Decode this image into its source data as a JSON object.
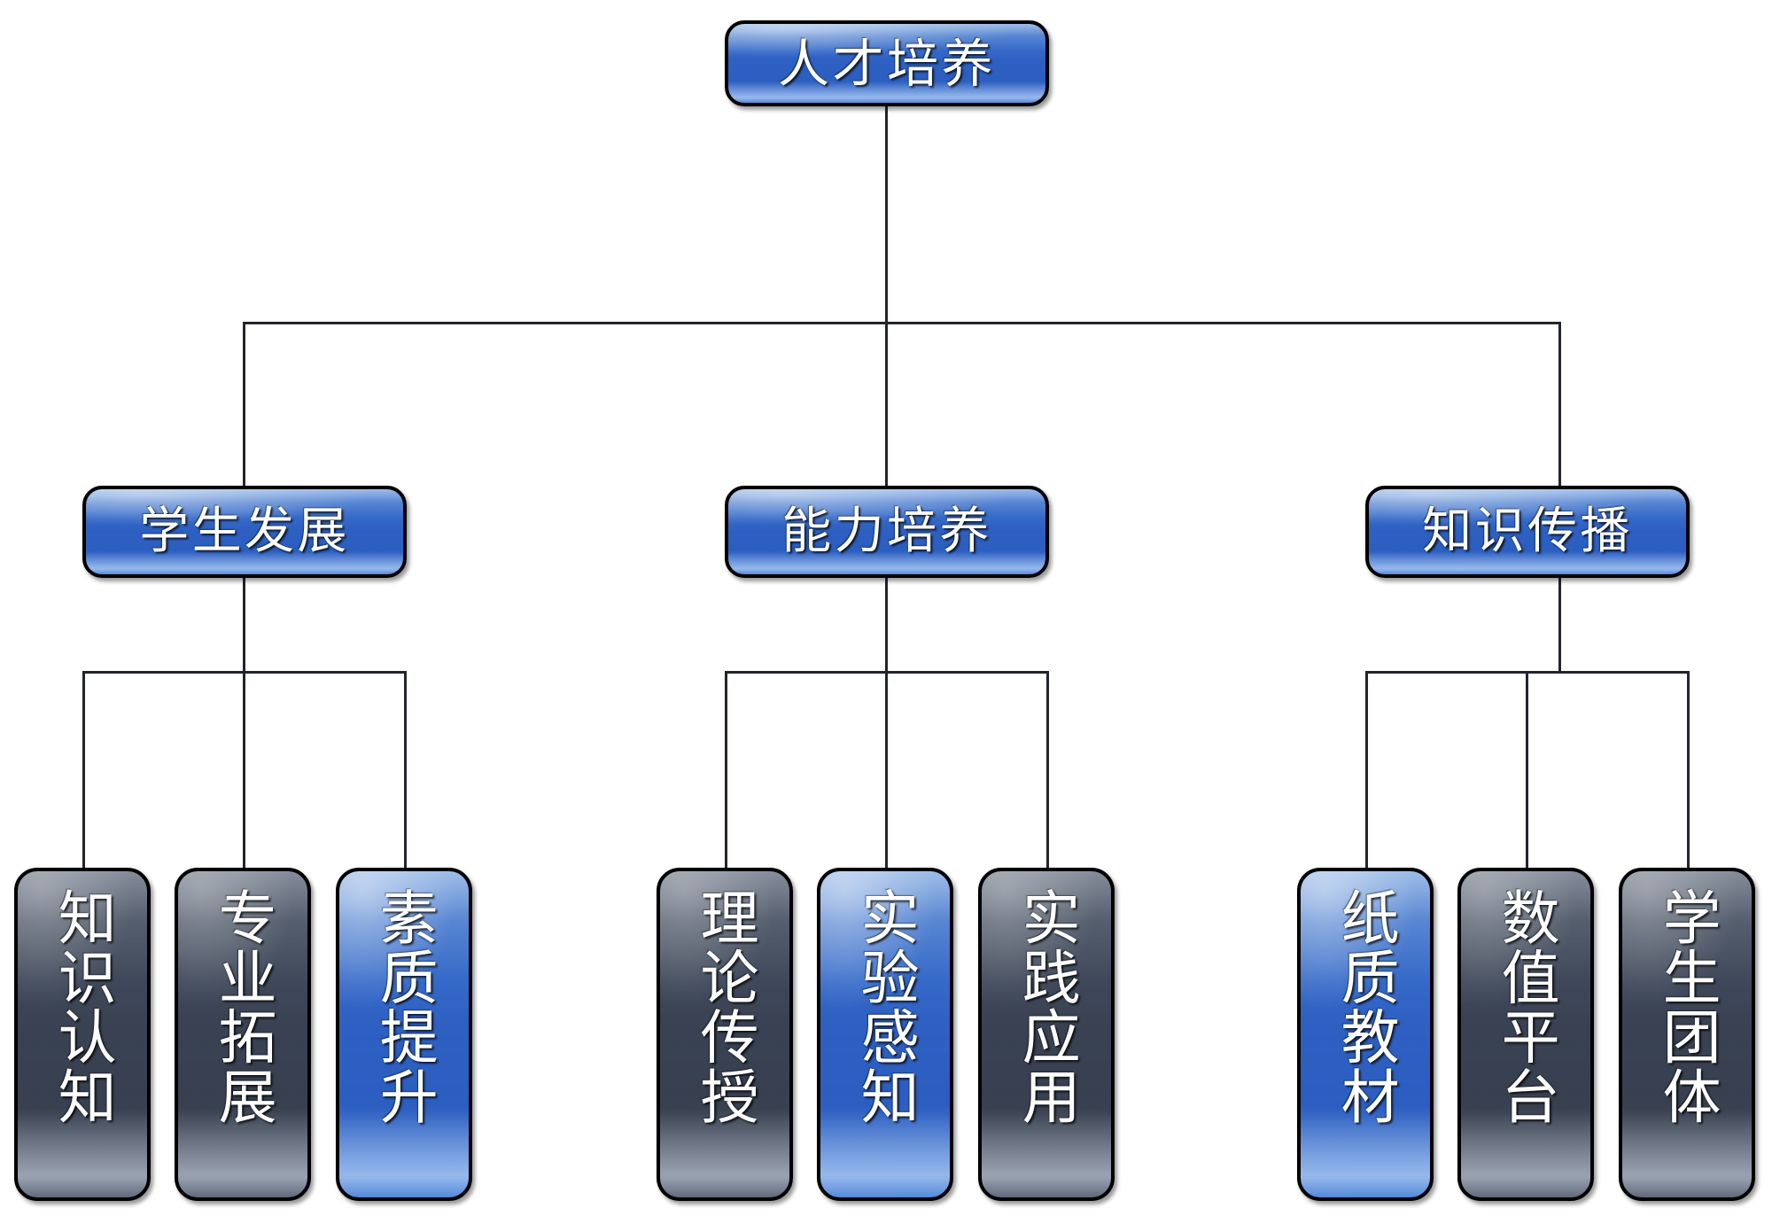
{
  "diagram": {
    "title": "人才培养",
    "type": "org-chart",
    "colors": {
      "accent_blue": "#2f62c6",
      "muted_gray": "#3b4455",
      "node_border": "#000000",
      "connector": "#22242e",
      "label_text": "#ffffff",
      "background": "#ffffff"
    },
    "root": {
      "label": "人才培养",
      "style": "blue"
    },
    "branches": [
      {
        "label": "学生发展",
        "style": "blue",
        "children": [
          {
            "label": "知识认知",
            "style": "gray"
          },
          {
            "label": "专业拓展",
            "style": "gray"
          },
          {
            "label": "素质提升",
            "style": "blue"
          }
        ]
      },
      {
        "label": "能力培养",
        "style": "blue",
        "children": [
          {
            "label": "理论传授",
            "style": "gray"
          },
          {
            "label": "实验感知",
            "style": "blue"
          },
          {
            "label": "实践应用",
            "style": "gray"
          }
        ]
      },
      {
        "label": "知识传播",
        "style": "blue",
        "children": [
          {
            "label": "纸质教材",
            "style": "blue"
          },
          {
            "label": "数值平台",
            "style": "gray"
          },
          {
            "label": "学生团体",
            "style": "gray"
          }
        ]
      }
    ]
  }
}
